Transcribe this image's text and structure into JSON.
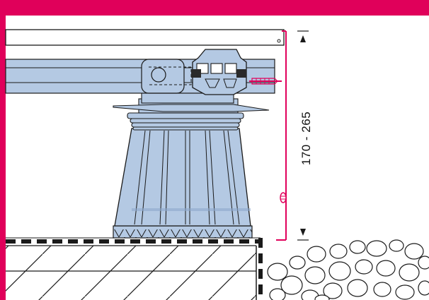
{
  "diagram": {
    "height_dimension_label": "170 - 265",
    "colors": {
      "accent_magenta": "#e0005a",
      "part_blue": "#b4c9e3",
      "part_blue_dark": "#8ea9cc",
      "outline": "#1a1a1a",
      "background": "#ffffff"
    },
    "components": [
      "deck-board",
      "aluminium-joist",
      "joist-clip-head",
      "adjustable-pedestal",
      "pedestal-threaded-collar",
      "pedestal-base",
      "waterproof-membrane",
      "concrete-slab",
      "gravel-fill",
      "height-dimension"
    ]
  }
}
